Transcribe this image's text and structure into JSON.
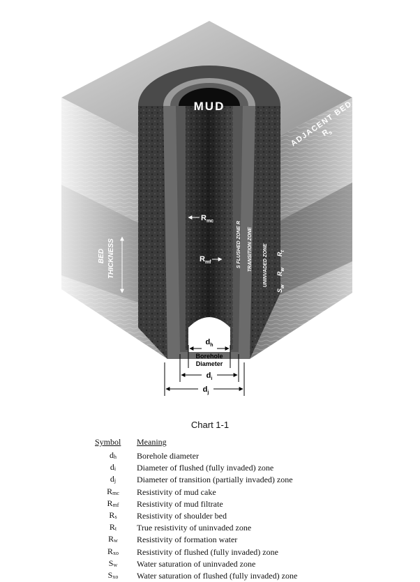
{
  "diagram": {
    "labels": {
      "mud": "MUD",
      "adjacent_bed": "ADJACENT BED",
      "rs_main": "R",
      "rs_sub": "s",
      "bed_thickness_1": "BED",
      "bed_thickness_2": "THICKNESS",
      "rmc_main": "R",
      "rmc_sub": "mc",
      "rmf_main": "R",
      "rmf_sub": "mf",
      "flushed_zone": "S  FLUSHED ZONE R",
      "transition_zone": "TRANSITION ZONE",
      "uninvaded_zone": "UNINVADED ZONE",
      "rt_main": "R",
      "rt_sub": "t",
      "rw_main": "R",
      "rw_sub": "w",
      "sw_main": "S",
      "sw_sub": "w",
      "dh_main": "d",
      "dh_sub": "h",
      "borehole_1": "Borehole",
      "borehole_2": "Diameter",
      "di_main": "d",
      "di_sub": "i",
      "dj_main": "d",
      "dj_sub": "j"
    }
  },
  "caption": "Chart 1-1",
  "legend": {
    "header_symbol": "Symbol",
    "header_meaning": "Meaning",
    "rows": [
      {
        "sym": "d",
        "sub": "h",
        "meaning": "Borehole diameter"
      },
      {
        "sym": "d",
        "sub": "i",
        "meaning": "Diameter of flushed (fully invaded) zone"
      },
      {
        "sym": "d",
        "sub": "j",
        "meaning": "Diameter of transition (partially invaded) zone"
      },
      {
        "sym": "R",
        "sub": "mc",
        "meaning": "Resistivity of mud cake"
      },
      {
        "sym": "R",
        "sub": "mf",
        "meaning": "Resistivity of mud filtrate"
      },
      {
        "sym": "R",
        "sub": "s",
        "meaning": "Resistivity of shoulder bed"
      },
      {
        "sym": "R",
        "sub": "t",
        "meaning": "True resistivity of uninvaded zone"
      },
      {
        "sym": "R",
        "sub": "w",
        "meaning": "Resistivity of formation water"
      },
      {
        "sym": "R",
        "sub": "xo",
        "meaning": "Resistivity of flushed (fully invaded) zone"
      },
      {
        "sym": "S",
        "sub": "w",
        "meaning": "Water saturation of uninvaded zone"
      },
      {
        "sym": "S",
        "sub": "xo",
        "meaning": "Water saturation of flushed (fully invaded) zone"
      }
    ]
  }
}
